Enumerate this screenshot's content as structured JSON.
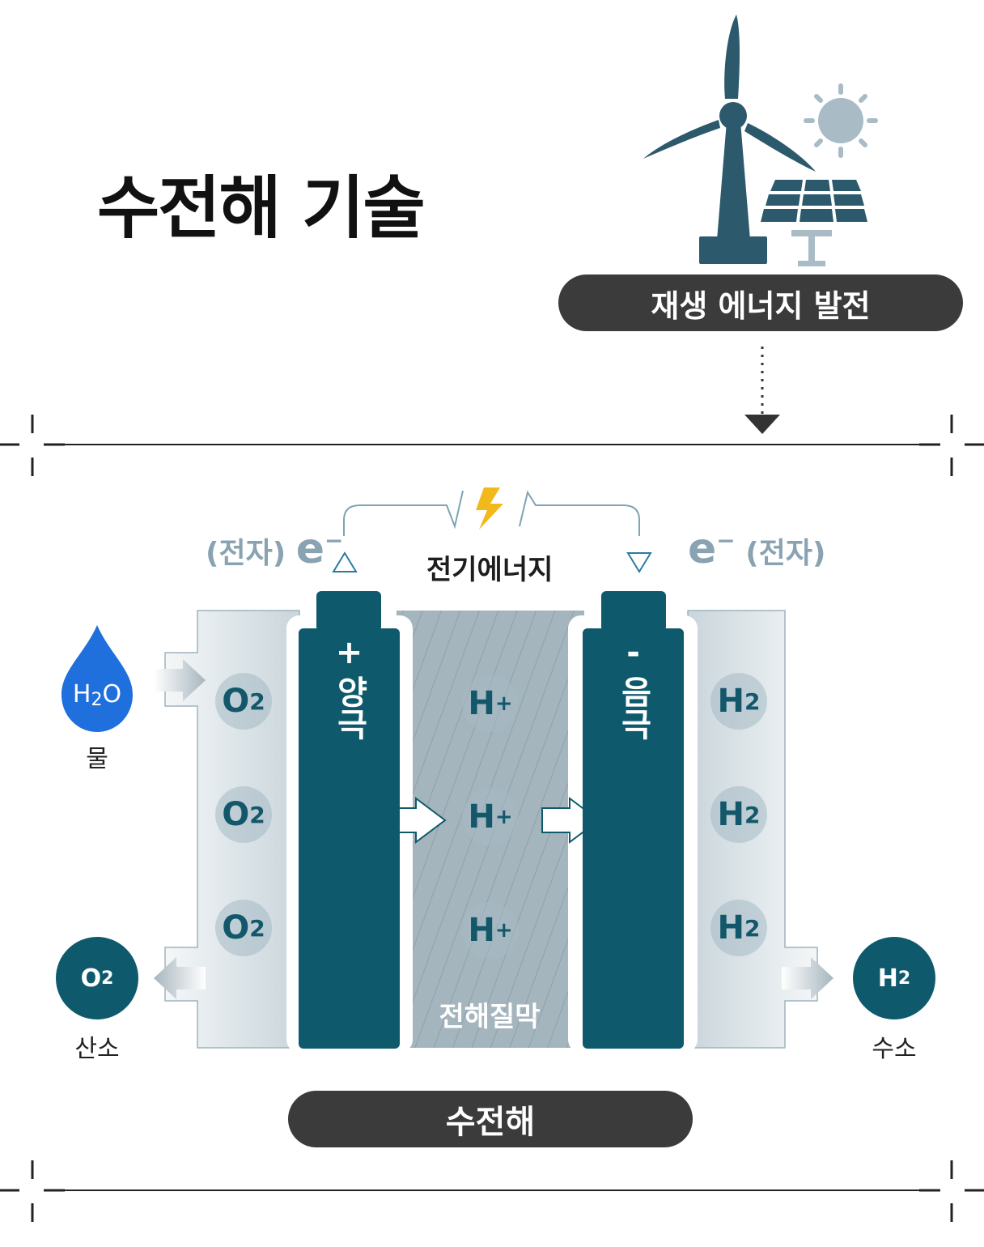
{
  "title": "수전해 기술",
  "renewable_label": "재생 에너지 발전",
  "electrolysis_label": "수전해",
  "energy_label": "전기에너지",
  "electron": {
    "left_name": "(전자)",
    "right_name": "(전자)",
    "symbol": "e",
    "charge": "−"
  },
  "anode": {
    "sign": "+",
    "label": "양극"
  },
  "cathode": {
    "sign": "-",
    "label": "음극"
  },
  "membrane_label": "전해질막",
  "oxygen_molecules": [
    {
      "base": "O",
      "sub": "2"
    },
    {
      "base": "O",
      "sub": "2"
    },
    {
      "base": "O",
      "sub": "2"
    }
  ],
  "proton_molecules": [
    {
      "base": "H",
      "sup": "+"
    },
    {
      "base": "H",
      "sup": "+"
    },
    {
      "base": "H",
      "sup": "+"
    }
  ],
  "hydrogen_molecules": [
    {
      "base": "H",
      "sub": "2"
    },
    {
      "base": "H",
      "sub": "2"
    },
    {
      "base": "H",
      "sub": "2"
    }
  ],
  "water": {
    "formula_a": "H",
    "formula_sub": "2",
    "formula_b": "O",
    "caption": "물"
  },
  "oxygen_output": {
    "base": "O",
    "sub": "2",
    "caption": "산소"
  },
  "hydrogen_output": {
    "base": "H",
    "sub": "2",
    "caption": "수소"
  },
  "colors": {
    "electrode": "#0e5a6c",
    "membrane": "#a4b5bd",
    "water_drop": "#1f6fdc",
    "energy_bolt": "#f2b91d",
    "pill": "#3b3b3b",
    "icon": "#2c5a6c",
    "sun": "#a9bcc6"
  }
}
